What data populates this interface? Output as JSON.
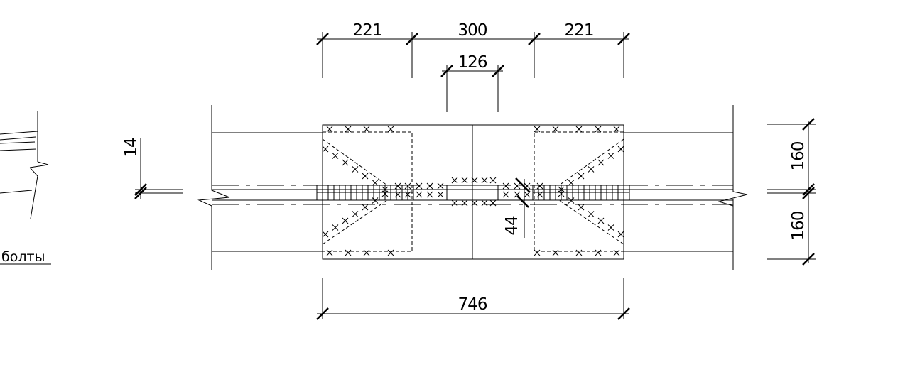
{
  "drawing": {
    "left_label": "болты",
    "dimensions": {
      "top_left": "221",
      "top_mid": "300",
      "top_right": "221",
      "inner": "126",
      "left_vertical": "14",
      "right_upper": "160",
      "right_lower": "160",
      "center_small": "44",
      "bottom": "746"
    }
  }
}
